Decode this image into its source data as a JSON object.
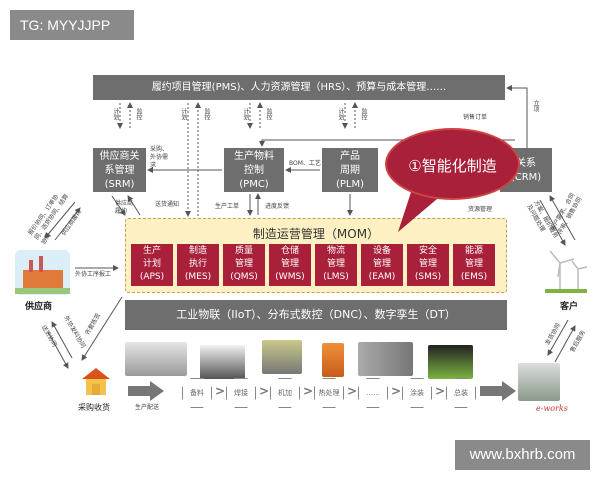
{
  "tag": "TG: MYYJJPP",
  "top_bar": "履约项目管理(PMS)、人力资源管理（HRS）、预算与成本管理……",
  "plan_label": "计划",
  "monitor_label": "监控",
  "establish_label": "立项",
  "sales_order_label": "销售订单",
  "boxes": {
    "srm": [
      "供应商关",
      "系管理",
      "(SRM)"
    ],
    "pmc": [
      "生产物料",
      "控制",
      "(PMC)"
    ],
    "plm": [
      "产品",
      "周期",
      "(PLM)"
    ],
    "crm": [
      "关系",
      "(CRM)"
    ]
  },
  "flows": {
    "purchase_demand": "采购、外协需求",
    "bom": "BOM、工艺",
    "supplier_perform": "供应商履约",
    "delivery_notice": "送货通知",
    "work_order": "生产工单",
    "progress_feedback": "进度反馈",
    "resource_mgmt": "资源管理",
    "supplier_collab": "报价协同、订单协同、送货协同、结算协同",
    "supplier_fulfill": "供应商履约",
    "outsource_report": "外协工序报工",
    "outsource_material": "外协发料协同",
    "delivery_collab": "送货协同",
    "kitting": "齐套拣货",
    "customer_demand": "客户需求、合同评审、销售协同",
    "solution_service": "方案、报价服务及问题处理",
    "shipping_collab": "发货协同",
    "after_sales": "售后服务",
    "production_delivery": "生产配送"
  },
  "bubble": "①智能化制造",
  "mom": {
    "title": "制造运营管理（MOM）",
    "modules": [
      [
        "生产",
        "计划",
        "(APS)"
      ],
      [
        "制造",
        "执行",
        "(MES)"
      ],
      [
        "质量",
        "管理",
        "(QMS)"
      ],
      [
        "仓储",
        "管理",
        "(WMS)"
      ],
      [
        "物流",
        "管理",
        "(LMS)"
      ],
      [
        "设备",
        "管理",
        "(EAM)"
      ],
      [
        "安全",
        "管理",
        "(SMS)"
      ],
      [
        "能源",
        "管理",
        "(EMS)"
      ]
    ]
  },
  "iiot_bar": "工业物联（IIoT）、分布式数控（DNC）、数字孪生（DT）",
  "supplier_label": "供应商",
  "customer_label": "客户",
  "receiving_label": "采购收货",
  "process_steps": [
    "备料",
    "焊接",
    "机加",
    "热处理",
    "……",
    "涂装",
    "总装"
  ],
  "logo": "e-works",
  "watermark_url": "www.bxhrb.com",
  "colors": {
    "red": "#a8203a",
    "gray": "#6e6e6e",
    "mom_bg": "#fdf0c2"
  }
}
